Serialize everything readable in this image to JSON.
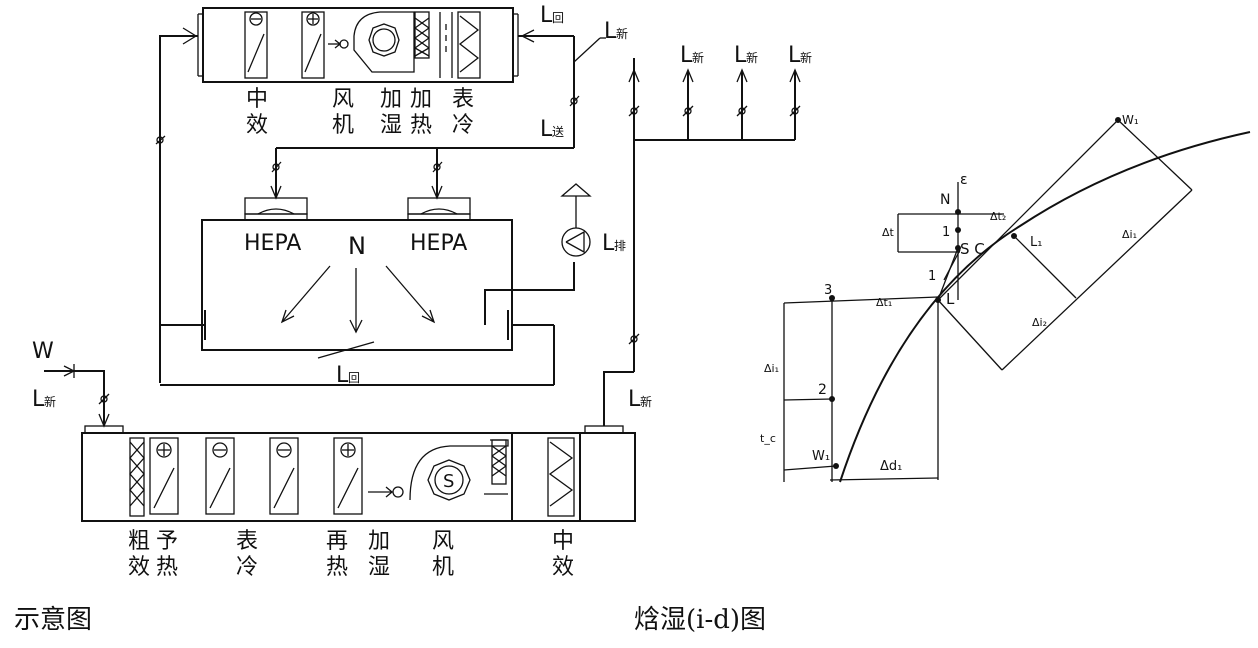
{
  "captions": {
    "schematic": "示意图",
    "chart": "焓湿(i-d)图"
  },
  "upper_unit": {
    "components": [
      {
        "id": "mid_filter",
        "text": "中效"
      },
      {
        "id": "fan",
        "text": "风机"
      },
      {
        "id": "humidifier",
        "text": "加湿"
      },
      {
        "id": "heater",
        "text": "加热"
      },
      {
        "id": "cooler",
        "text": "表冷"
      }
    ]
  },
  "lower_unit": {
    "components": [
      {
        "id": "coarse_filter",
        "text": "粗效"
      },
      {
        "id": "preheat",
        "text": "予热"
      },
      {
        "id": "cooler",
        "text": "表冷"
      },
      {
        "id": "reheat",
        "text": "再热"
      },
      {
        "id": "humidifier",
        "text": "加湿"
      },
      {
        "id": "fan",
        "text": "风机"
      },
      {
        "id": "mid_filter",
        "text": "中效"
      }
    ]
  },
  "room": {
    "label": "N",
    "hepa_left": "HEPA",
    "hepa_right": "HEPA"
  },
  "fan_symbol": "S",
  "flow_labels": {
    "outdoor": "W",
    "L_prefix": "L",
    "return_top": "回",
    "new_top": "新",
    "supply": "送",
    "exhaust": "排",
    "return_room": "回",
    "new_left": "新",
    "new_right": "新",
    "new_branch_1": "新",
    "new_branch_2": "新",
    "new_branch_3": "新"
  },
  "chart_points": {
    "N": "N",
    "epsilon": "ε",
    "SC": "S C",
    "L": "L",
    "L1": "L₁",
    "W1": "W₁",
    "Wa": "W₁",
    "p1": "1",
    "p1b": "1",
    "p2": "2",
    "p3": "3",
    "dt": "Δt",
    "dtl": "Δt₁",
    "dsc": "Δt₂",
    "dh": "Δi₁",
    "dd": "Δd₁",
    "dl": "Δi₁",
    "dl2": "Δi₂",
    "tc": "t_c"
  }
}
